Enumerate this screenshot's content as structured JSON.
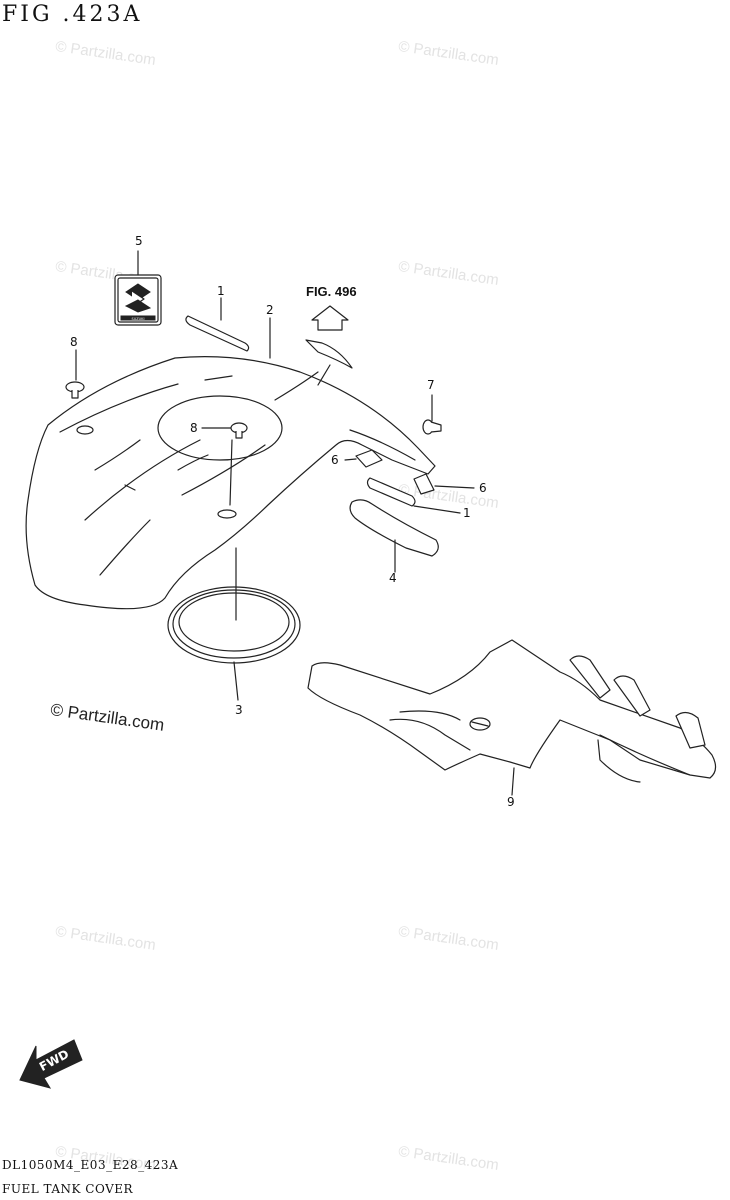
{
  "figure": {
    "title": "FIG .423A",
    "reference": "FIG. 496",
    "code": "DL1050M4_E03_E28_423A",
    "caption": "FUEL TANK COVER"
  },
  "copyright": "© Partzilla.com",
  "watermark": "© Partzilla.com",
  "fwd_label": "FWD",
  "emblem_label": "SUZUKI",
  "callouts": {
    "c1a": "1",
    "c1b": "1",
    "c2": "2",
    "c3": "3",
    "c4": "4",
    "c5": "5",
    "c6a": "6",
    "c6b": "6",
    "c7": "7",
    "c8a": "8",
    "c8b": "8",
    "c9": "9"
  }
}
